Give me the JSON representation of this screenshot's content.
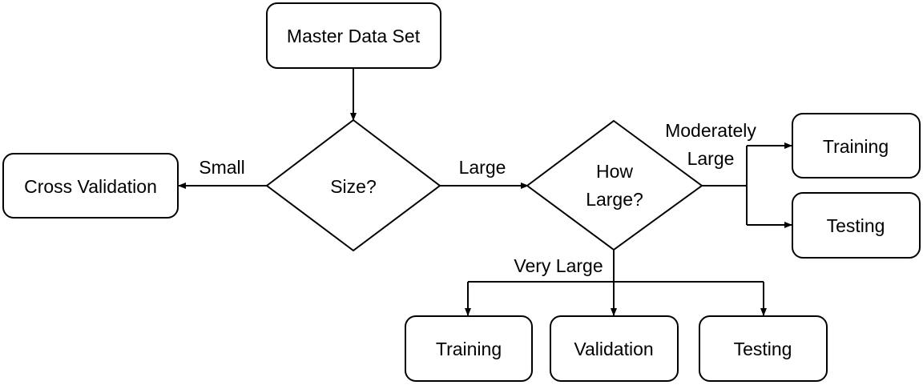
{
  "nodes": {
    "master": {
      "label": "Master Data Set"
    },
    "size_decision": {
      "label": "Size?"
    },
    "cross_validation": {
      "label": "Cross Validation"
    },
    "how_large_decision": {
      "line1": "How",
      "line2": "Large?"
    },
    "training_moderate": {
      "label": "Training"
    },
    "testing_moderate": {
      "label": "Testing"
    },
    "training_very": {
      "label": "Training"
    },
    "validation_very": {
      "label": "Validation"
    },
    "testing_very": {
      "label": "Testing"
    }
  },
  "edges": {
    "small": {
      "label": "Small"
    },
    "large": {
      "label": "Large"
    },
    "moderately_large": {
      "line1": "Moderately",
      "line2": "Large"
    },
    "very_large": {
      "label": "Very Large"
    }
  }
}
